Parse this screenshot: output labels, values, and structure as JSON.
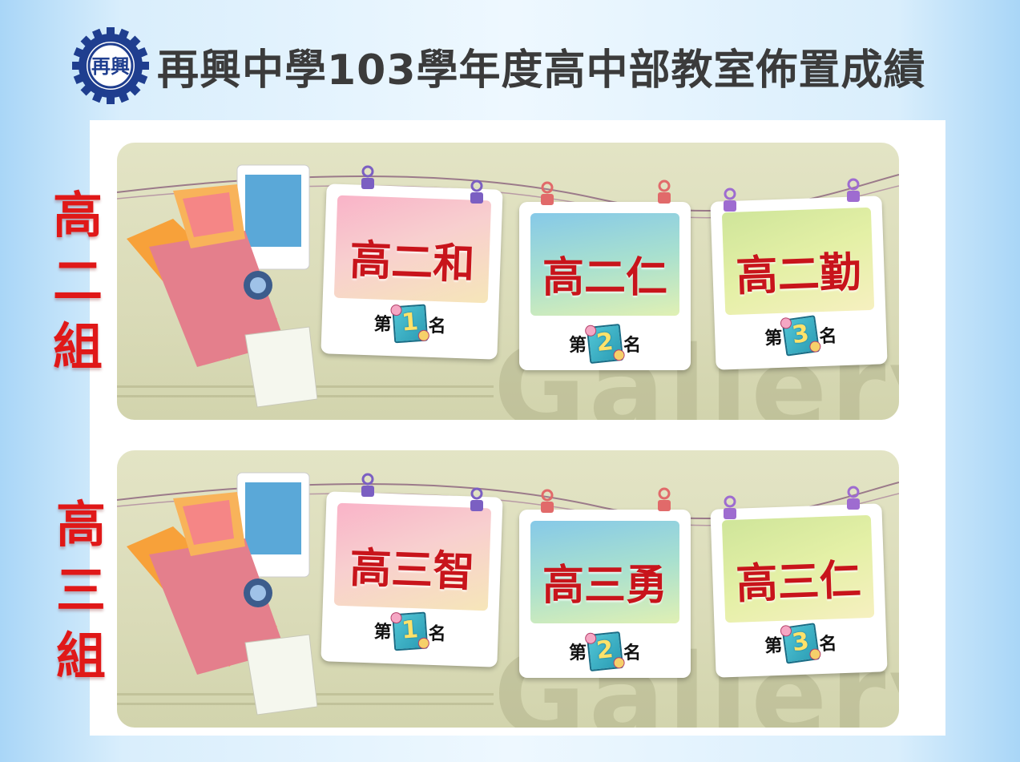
{
  "header": {
    "logo_text": "再興",
    "title": "再興中學103學年度高中部教室佈置成績"
  },
  "colors": {
    "accent_red": "#c8141b",
    "label_red": "#e01818",
    "title_gray": "#3b3b3b"
  },
  "groups": [
    {
      "label": [
        "高",
        "二",
        "組"
      ],
      "places": [
        {
          "class": "高二和",
          "rank_prefix": "第",
          "rank_num": "1",
          "rank_suffix": "名"
        },
        {
          "class": "高二仁",
          "rank_prefix": "第",
          "rank_num": "2",
          "rank_suffix": "名"
        },
        {
          "class": "高二勤",
          "rank_prefix": "第",
          "rank_num": "3",
          "rank_suffix": "名"
        }
      ],
      "watermark": "Gallery"
    },
    {
      "label": [
        "高",
        "三",
        "組"
      ],
      "places": [
        {
          "class": "高三智",
          "rank_prefix": "第",
          "rank_num": "1",
          "rank_suffix": "名"
        },
        {
          "class": "高三勇",
          "rank_prefix": "第",
          "rank_num": "2",
          "rank_suffix": "名"
        },
        {
          "class": "高三仁",
          "rank_prefix": "第",
          "rank_num": "3",
          "rank_suffix": "名"
        }
      ],
      "watermark": "Gallery"
    }
  ]
}
